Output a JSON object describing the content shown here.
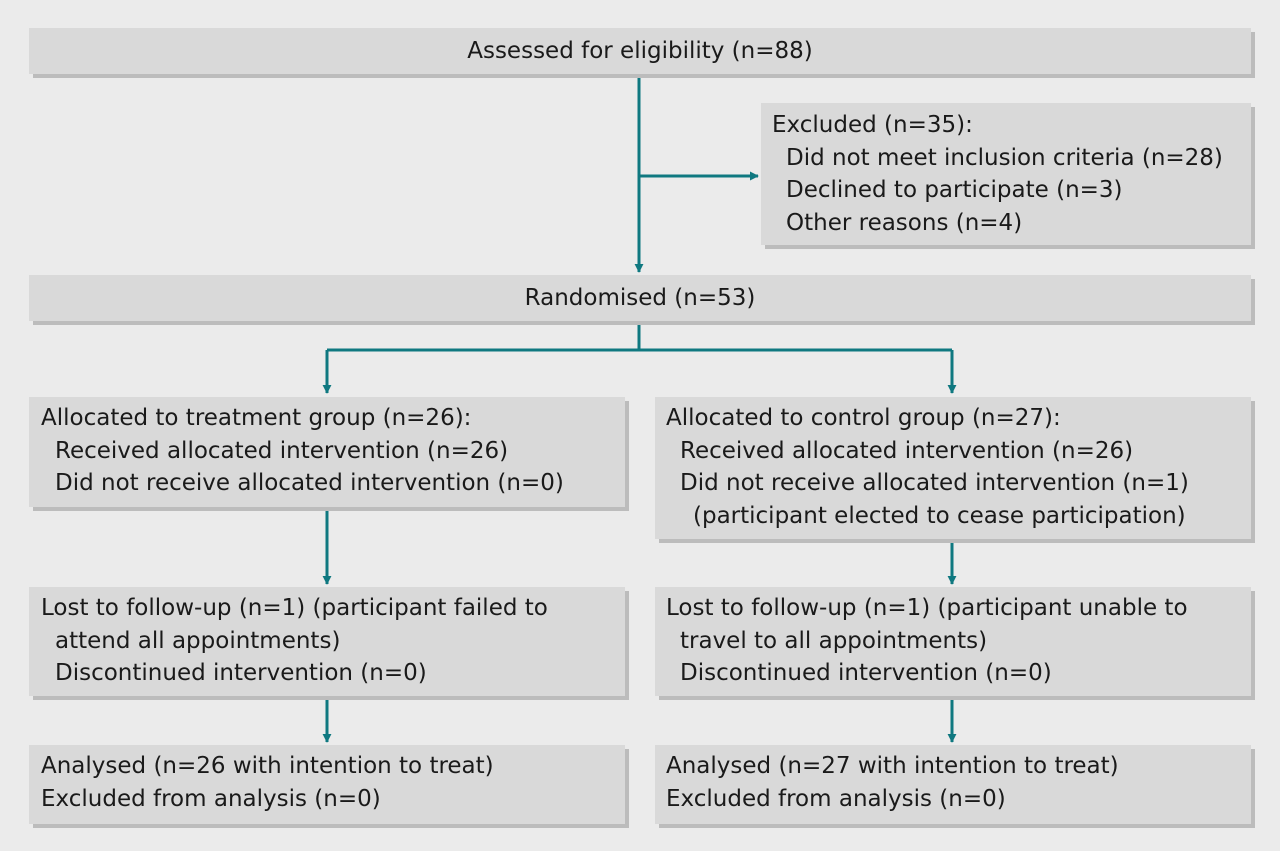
{
  "colors": {
    "background": "#ebebeb",
    "box_fill": "#d9d9d9",
    "box_shadow": "#bcbcbc",
    "connector": "#0f7880"
  },
  "assessed": "Assessed for eligibility (n=88)",
  "excluded": {
    "title": "Excluded (n=35):",
    "items": [
      "Did not meet inclusion criteria (n=28)",
      "Declined to participate (n=3)",
      "Other reasons (n=4)"
    ]
  },
  "randomised": "Randomised (n=53)",
  "treatment": {
    "allocation": {
      "title": "Allocated to treatment group (n=26):",
      "items": [
        "Received allocated intervention (n=26)",
        "Did not receive allocated intervention (n=0)"
      ]
    },
    "followup": {
      "line1": "Lost to follow-up (n=1) (participant failed to",
      "line2": "attend all appointments)",
      "line3": "Discontinued intervention (n=0)"
    },
    "analysis": {
      "line1": "Analysed (n=26 with intention to treat)",
      "line2": "Excluded from analysis (n=0)"
    }
  },
  "control": {
    "allocation": {
      "title": "Allocated to control group (n=27):",
      "items": [
        "Received allocated intervention (n=26)",
        "Did not receive allocated intervention (n=1)"
      ],
      "note": "(participant elected to cease participation)"
    },
    "followup": {
      "line1": "Lost to follow-up (n=1) (participant unable to",
      "line2": "travel to all appointments)",
      "line3": "Discontinued intervention (n=0)"
    },
    "analysis": {
      "line1": "Analysed (n=27 with intention to treat)",
      "line2": "Excluded from analysis (n=0)"
    }
  }
}
